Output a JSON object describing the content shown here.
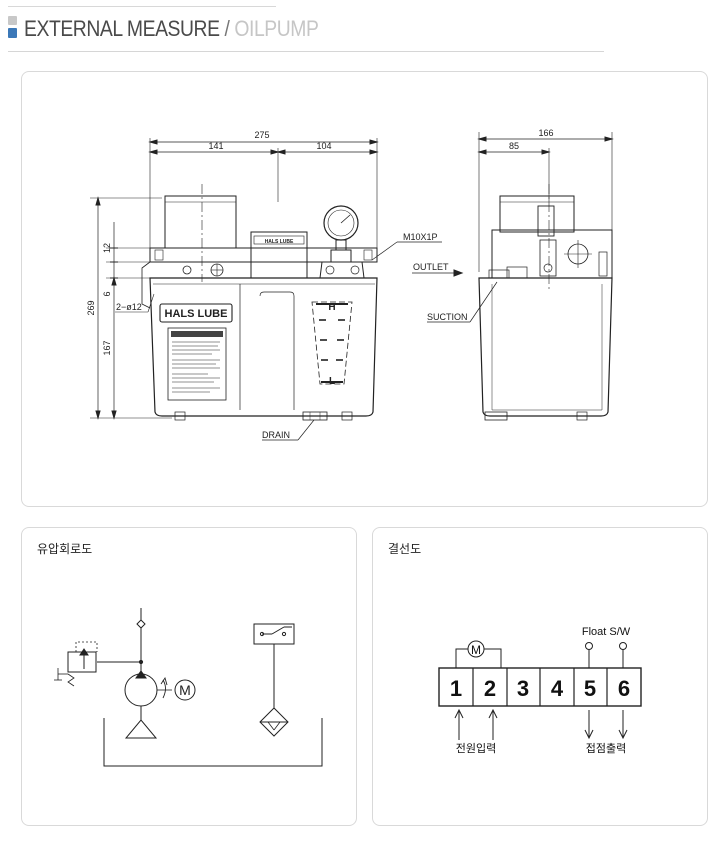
{
  "header": {
    "title_main": "EXTERNAL MEASURE",
    "separator": " / ",
    "title_sub": "OILPUMP",
    "accent_color": "#3b78b8"
  },
  "dimension_drawing": {
    "front": {
      "width_total": "275",
      "width_left": "141",
      "width_right": "104",
      "height_total": "269",
      "height_upper": "12",
      "height_mid": "6",
      "height_lower": "167",
      "hole_spec": "2−ø12",
      "brand_label": "HALS LUBE",
      "nameplate_label": "HALS LUBE",
      "level_high": "H",
      "level_low": "L",
      "drain_label": "DRAIN",
      "thread_label": "M10X1P"
    },
    "side": {
      "width_total": "166",
      "width_partial": "85",
      "outlet_label": "OUTLET",
      "suction_label": "SUCTION"
    }
  },
  "hydraulic_circuit": {
    "title": "유압회로도",
    "motor_symbol": "M"
  },
  "wiring_diagram": {
    "title": "결선도",
    "motor_symbol": "M",
    "float_switch_label": "Float S/W",
    "terminals": [
      "1",
      "2",
      "3",
      "4",
      "5",
      "6"
    ],
    "power_input_label": "전원입력",
    "contact_output_label": "접점출력"
  }
}
